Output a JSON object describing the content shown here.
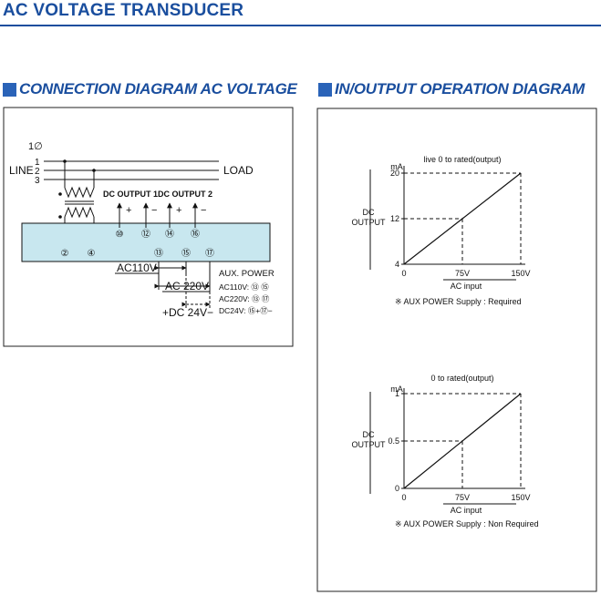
{
  "page_title": "AC VOLTAGE TRANSDUCER",
  "colors": {
    "title": "#1a4e9e",
    "accent_square": "#2a63b8",
    "module_fill": "#c8e7ef"
  },
  "sections": {
    "connection": {
      "title": "CONNECTION DIAGRAM AC VOLTAGE"
    },
    "io": {
      "title": "IN/OUTPUT OPERATION DIAGRAM"
    }
  },
  "connection": {
    "phase": "1∅",
    "line_label": "LINE",
    "load_label": "LOAD",
    "line_numbers": [
      "1",
      "2",
      "3"
    ],
    "dc_output_1": "DC OUTPUT 1",
    "dc_output_2": "DC OUTPUT 2",
    "plus": "+",
    "minus": "−",
    "terminals": {
      "t2": "②",
      "t4": "④",
      "t10": "⑩",
      "t12": "⑫",
      "t14": "⑭",
      "t16": "⑯",
      "t13": "⑬",
      "t15": "⑮",
      "t17": "⑰"
    },
    "ac110": "AC110V",
    "ac220": "AC 220V",
    "dc24": "+DC 24V−",
    "aux_power_title": "AUX. POWER",
    "aux_lines": [
      "AC110V: ⑬ ⑮",
      "AC220V: ⑬ ⑰",
      "DC24V: ⑮+⑰−"
    ]
  },
  "chart_data": [
    {
      "type": "line",
      "title": "live 0 to rated(output)",
      "xlabel": "AC input",
      "ylabel": "DC OUTPUT",
      "y_unit": "mA",
      "x_ticks": [
        "0",
        "75V",
        "150V"
      ],
      "y_ticks": [
        "4",
        "12",
        "20"
      ],
      "xlim": [
        0,
        150
      ],
      "ylim": [
        4,
        20
      ],
      "x": [
        0,
        150
      ],
      "y": [
        4,
        20
      ],
      "reference_point": {
        "x": 75,
        "y": 12
      },
      "note": "※ AUX POWER Supply : Required"
    },
    {
      "type": "line",
      "title": "0 to rated(output)",
      "xlabel": "AC input",
      "ylabel": "DC OUTPUT",
      "y_unit": "mA",
      "x_ticks": [
        "0",
        "75V",
        "150V"
      ],
      "y_ticks": [
        "0",
        "0.5",
        "1"
      ],
      "xlim": [
        0,
        150
      ],
      "ylim": [
        0,
        1
      ],
      "x": [
        0,
        150
      ],
      "y": [
        0,
        1
      ],
      "reference_point": {
        "x": 75,
        "y": 0.5
      },
      "note": "※ AUX POWER Supply : Non Required"
    }
  ]
}
